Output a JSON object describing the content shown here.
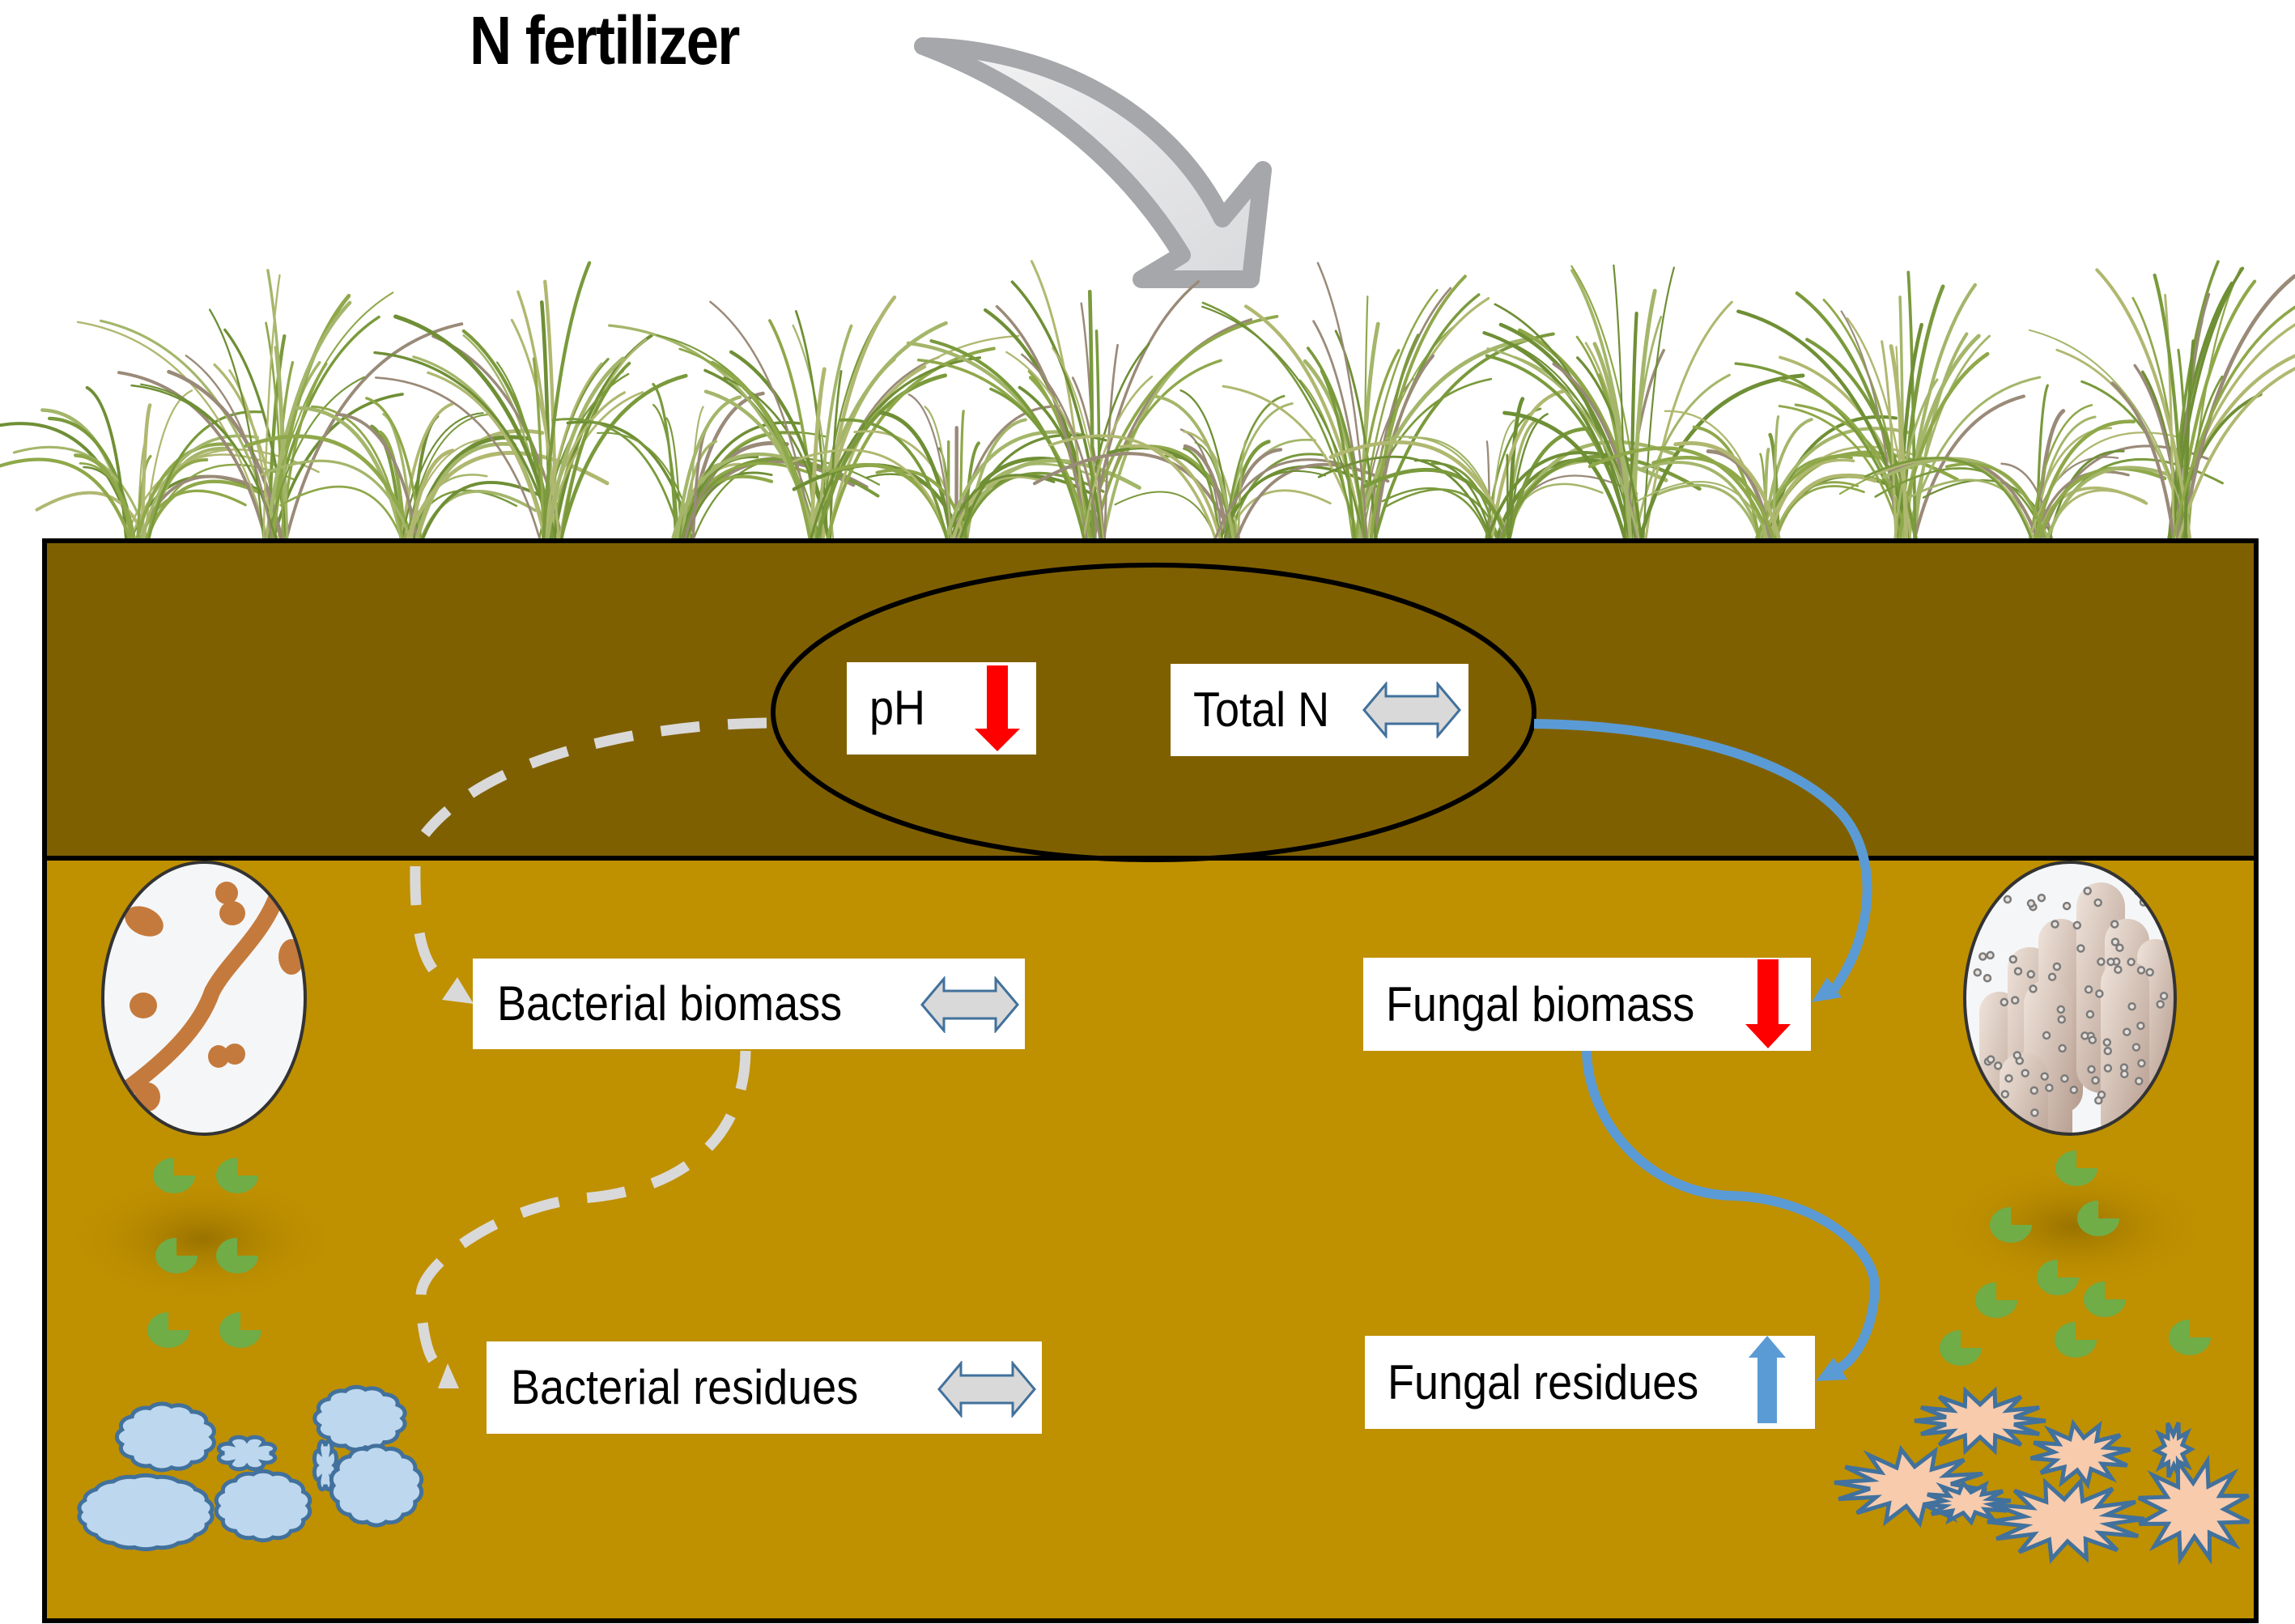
{
  "title": "N fertilizer",
  "colors": {
    "topsoil": "#7f6000",
    "subsoil": "#bf9000",
    "border": "#000000",
    "decrease": "#ff0000",
    "increase": "#5b9bd5",
    "no_change_fill": "#d9d9d9",
    "no_change_stroke": "#41719c",
    "fungal_path": "#5b9bd5",
    "bacterial_path": "#d9d9d9",
    "green_residue": "#70ad47",
    "bacterial_residue_fill": "#bdd7ee",
    "fungal_residue_fill": "#f8cbad"
  },
  "soil_properties": [
    {
      "id": "ph",
      "label": "pH",
      "trend": "decrease",
      "icon": "down-arrow-icon"
    },
    {
      "id": "total_n",
      "label": "Total N",
      "trend": "no-change",
      "icon": "double-arrow-icon"
    }
  ],
  "microbial_nodes": [
    {
      "id": "bacterial_biomass",
      "label": "Bacterial biomass",
      "trend": "no-change",
      "icon": "double-arrow-icon"
    },
    {
      "id": "fungal_biomass",
      "label": "Fungal biomass",
      "trend": "decrease",
      "icon": "down-arrow-icon"
    },
    {
      "id": "bacterial_residues",
      "label": "Bacterial residues",
      "trend": "no-change",
      "icon": "double-arrow-icon"
    },
    {
      "id": "fungal_residues",
      "label": "Fungal residues",
      "trend": "increase",
      "icon": "up-arrow-icon"
    }
  ],
  "pathways": [
    {
      "from": "soil_properties",
      "to": "bacterial_biomass",
      "style": "dashed",
      "color": "light-gray"
    },
    {
      "from": "bacterial_biomass",
      "to": "bacterial_residues",
      "style": "dashed",
      "color": "light-gray"
    },
    {
      "from": "soil_properties",
      "to": "fungal_biomass",
      "style": "solid",
      "color": "blue"
    },
    {
      "from": "fungal_biomass",
      "to": "fungal_residues",
      "style": "solid",
      "color": "blue"
    }
  ],
  "legend_semantics": {
    "decrease": "red down arrow",
    "increase": "blue up arrow",
    "no-change": "gray double-headed arrow"
  }
}
